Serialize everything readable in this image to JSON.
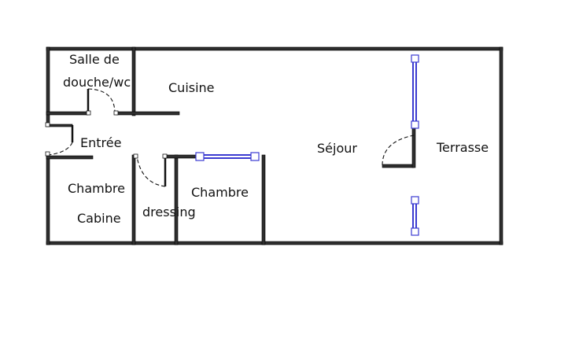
{
  "colors": {
    "wall": "#2f2f2f",
    "wall_outline": "#000000",
    "window": "#3b3bd1",
    "door_swing": "#111111",
    "background": "#ffffff"
  },
  "rooms": {
    "salle_line1": "Salle de",
    "salle_line2": "douche/wc",
    "cuisine": "Cuisine",
    "entree": "Entrée",
    "chambre_left": "Chambre",
    "cabine": "Cabine",
    "dressing": "dressing",
    "chambre_right": "Chambre",
    "sejour": "Séjour",
    "terrasse": "Terrasse"
  }
}
